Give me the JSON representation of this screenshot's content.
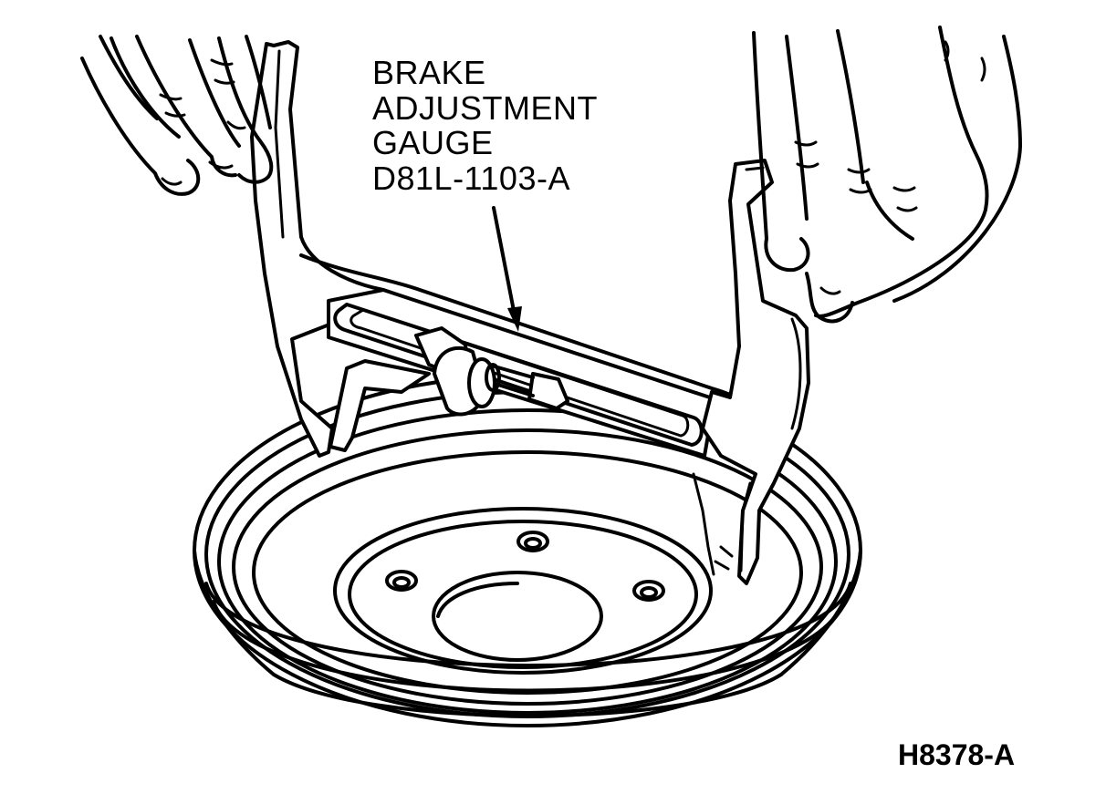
{
  "callout": {
    "lines": [
      "BRAKE",
      "ADJUSTMENT",
      "GAUGE",
      "D81L-1103-A"
    ]
  },
  "figure_number": "H8378-A",
  "icons": [
    "brake-drum",
    "brake-adjustment-gauge",
    "left-hand",
    "right-hand",
    "leader-arrow"
  ]
}
